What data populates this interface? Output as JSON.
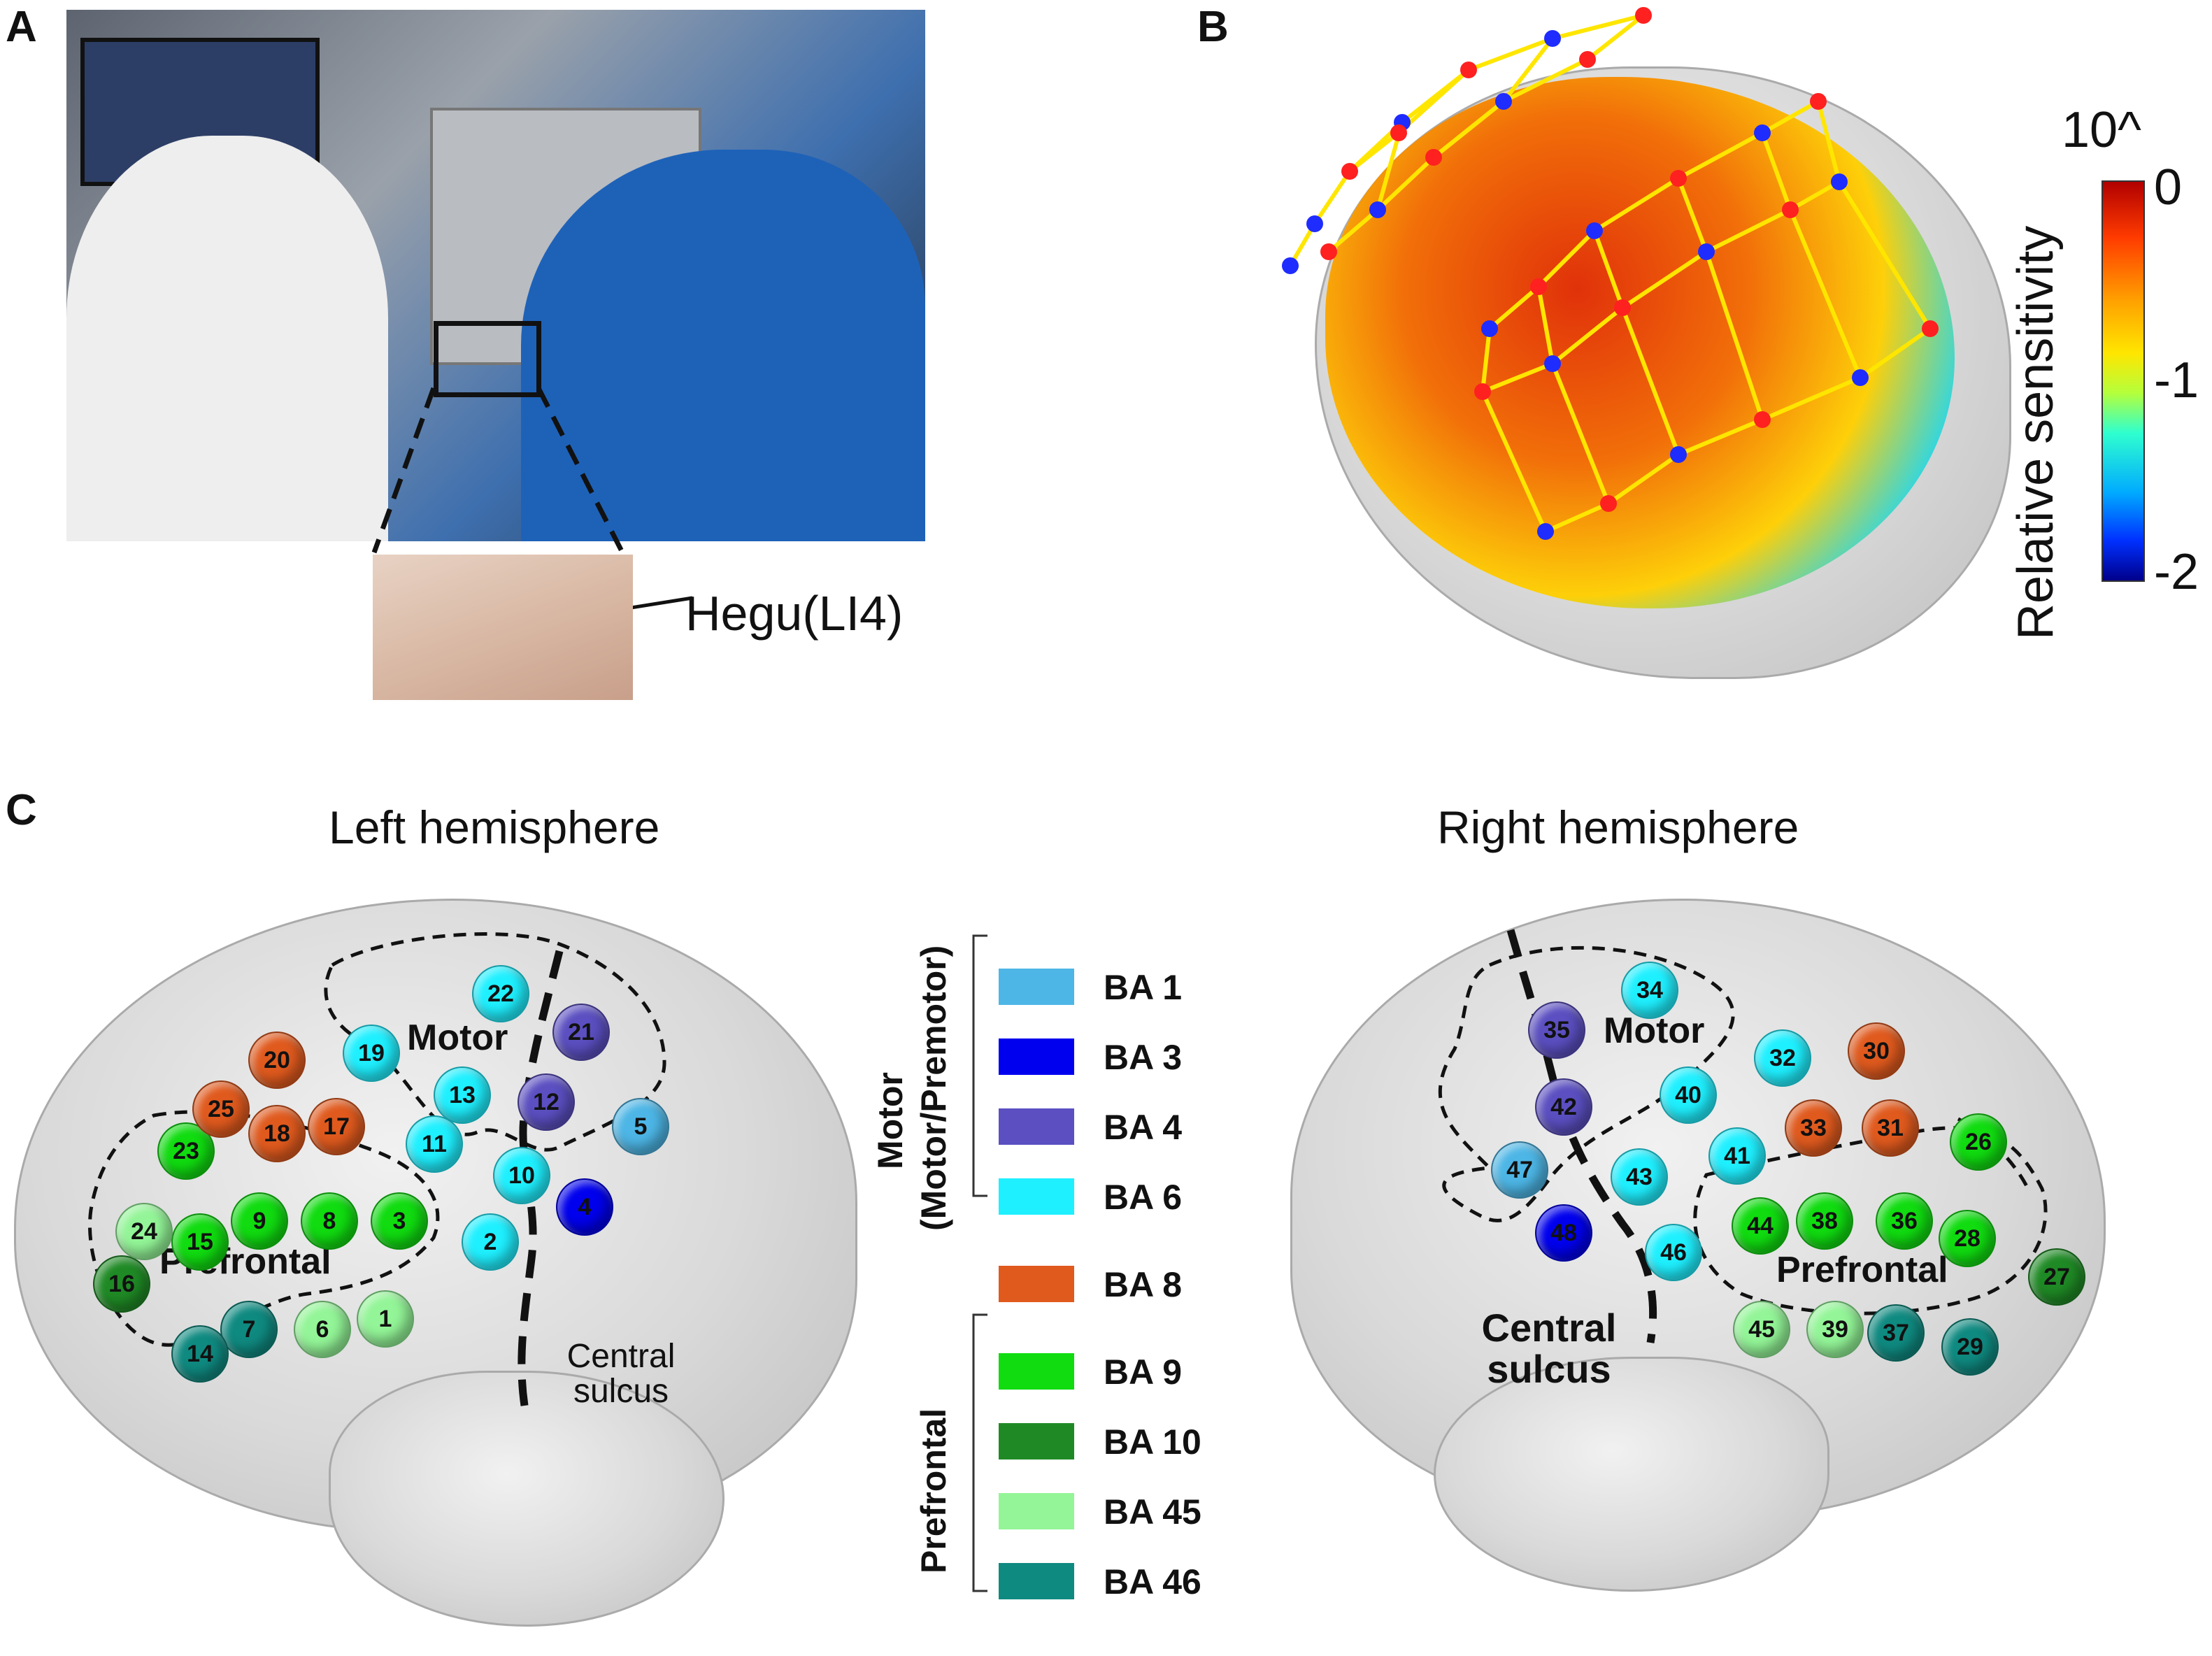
{
  "panels": {
    "a": "A",
    "b": "B",
    "c": "C"
  },
  "panel_a": {
    "inset_label": "Hegu(LI4)"
  },
  "panel_b": {
    "colorbar_title": "Relative sensitivity",
    "colorbar_exponent": "10^",
    "colorbar_ticks": [
      "0",
      "-1",
      "-2"
    ],
    "colorbar_range": [
      -2,
      0
    ]
  },
  "panel_c": {
    "left_title": "Left hemisphere",
    "right_title": "Right hemisphere",
    "left_regions": {
      "motor": "Motor",
      "prefrontal": "Prefrontal",
      "sulcus_line1": "Central",
      "sulcus_line2": "sulcus"
    },
    "right_regions": {
      "motor": "Motor",
      "prefrontal": "Prefrontal",
      "sulcus_line1": "Central",
      "sulcus_line2": "sulcus"
    },
    "legend_group_motor_line1": "Motor",
    "legend_group_motor_line2": "(Motor/Premotor)",
    "legend_group_prefrontal": "Prefrontal",
    "legend": [
      {
        "label": "BA 1",
        "color": "#4db6e6"
      },
      {
        "label": "BA 3",
        "color": "#0000ee"
      },
      {
        "label": "BA 4",
        "color": "#5b4fc1"
      },
      {
        "label": "BA 6",
        "color": "#1ff0ff"
      },
      {
        "label": "BA 8",
        "color": "#e05a1e"
      },
      {
        "label": "BA 9",
        "color": "#10dc10"
      },
      {
        "label": "BA 10",
        "color": "#1f8a25"
      },
      {
        "label": "BA 45",
        "color": "#93f597"
      },
      {
        "label": "BA 46",
        "color": "#0f8a80"
      }
    ],
    "left_channels": [
      {
        "n": "1",
        "ba": "BA 45"
      },
      {
        "n": "2",
        "ba": "BA 6"
      },
      {
        "n": "3",
        "ba": "BA 9"
      },
      {
        "n": "4",
        "ba": "BA 3"
      },
      {
        "n": "5",
        "ba": "BA 1"
      },
      {
        "n": "6",
        "ba": "BA 45"
      },
      {
        "n": "7",
        "ba": "BA 46"
      },
      {
        "n": "8",
        "ba": "BA 9"
      },
      {
        "n": "9",
        "ba": "BA 9"
      },
      {
        "n": "10",
        "ba": "BA 6"
      },
      {
        "n": "11",
        "ba": "BA 6"
      },
      {
        "n": "12",
        "ba": "BA 4"
      },
      {
        "n": "13",
        "ba": "BA 6"
      },
      {
        "n": "14",
        "ba": "BA 46"
      },
      {
        "n": "15",
        "ba": "BA 9"
      },
      {
        "n": "16",
        "ba": "BA 10"
      },
      {
        "n": "17",
        "ba": "BA 8"
      },
      {
        "n": "18",
        "ba": "BA 8"
      },
      {
        "n": "19",
        "ba": "BA 6"
      },
      {
        "n": "20",
        "ba": "BA 8"
      },
      {
        "n": "21",
        "ba": "BA 4"
      },
      {
        "n": "22",
        "ba": "BA 6"
      },
      {
        "n": "23",
        "ba": "BA 9"
      },
      {
        "n": "24",
        "ba": "BA 45"
      },
      {
        "n": "25",
        "ba": "BA 8"
      }
    ],
    "right_channels": [
      {
        "n": "26",
        "ba": "BA 9"
      },
      {
        "n": "27",
        "ba": "BA 10"
      },
      {
        "n": "28",
        "ba": "BA 9"
      },
      {
        "n": "29",
        "ba": "BA 46"
      },
      {
        "n": "30",
        "ba": "BA 8"
      },
      {
        "n": "31",
        "ba": "BA 8"
      },
      {
        "n": "32",
        "ba": "BA 6"
      },
      {
        "n": "33",
        "ba": "BA 8"
      },
      {
        "n": "34",
        "ba": "BA 6"
      },
      {
        "n": "35",
        "ba": "BA 4"
      },
      {
        "n": "36",
        "ba": "BA 9"
      },
      {
        "n": "37",
        "ba": "BA 46"
      },
      {
        "n": "38",
        "ba": "BA 9"
      },
      {
        "n": "39",
        "ba": "BA 45"
      },
      {
        "n": "40",
        "ba": "BA 6"
      },
      {
        "n": "41",
        "ba": "BA 6"
      },
      {
        "n": "42",
        "ba": "BA 4"
      },
      {
        "n": "43",
        "ba": "BA 6"
      },
      {
        "n": "44",
        "ba": "BA 9"
      },
      {
        "n": "45",
        "ba": "BA 45"
      },
      {
        "n": "46",
        "ba": "BA 6"
      },
      {
        "n": "47",
        "ba": "BA 1"
      },
      {
        "n": "48",
        "ba": "BA 3"
      }
    ]
  }
}
